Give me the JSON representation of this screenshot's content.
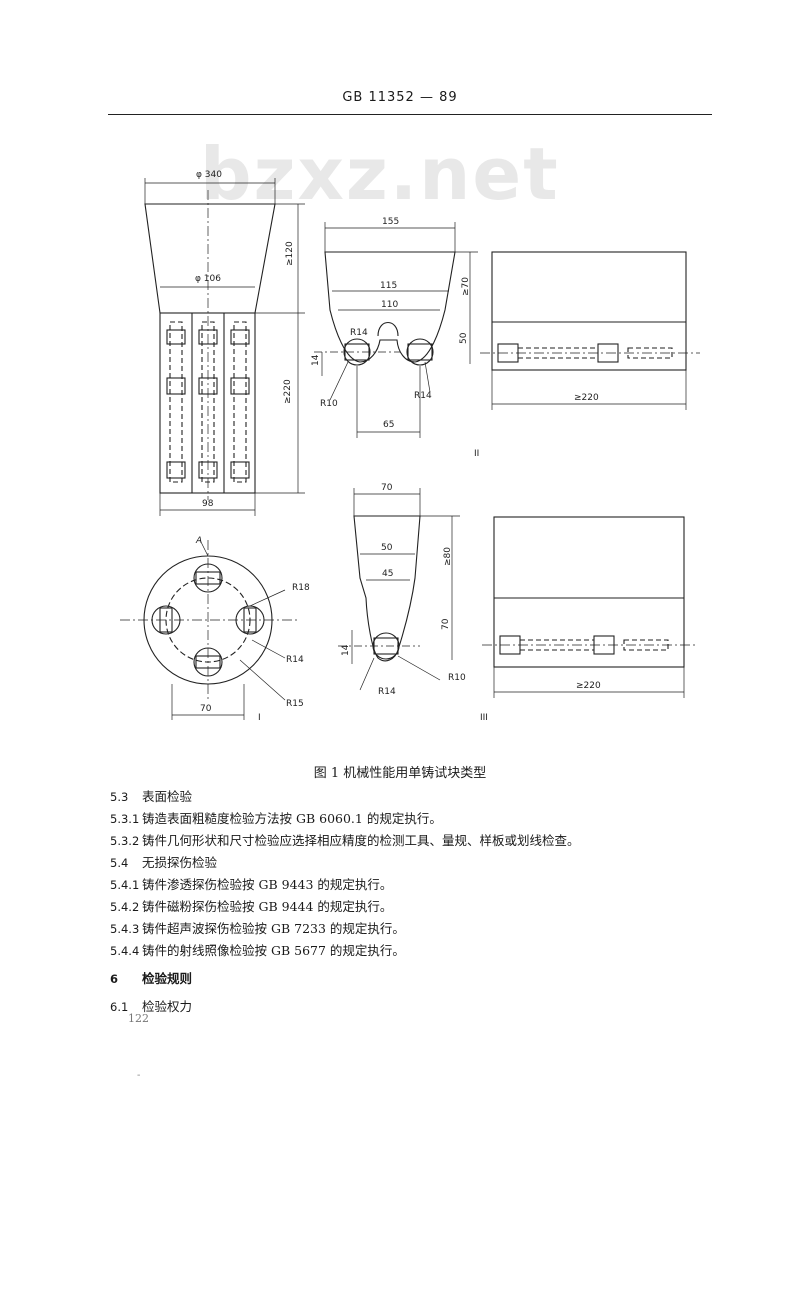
{
  "header": {
    "title": "GB  11352 — 89"
  },
  "watermark": "bzxz.net",
  "figure": {
    "caption": "图 1   机械性能用单铸试块类型",
    "top_left": {
      "phi_top": "φ 340",
      "phi_mid": "φ 106",
      "dim_top": "≥120",
      "dim_right": "≥220",
      "width": "98"
    },
    "bottom_left": {
      "label_a": "A",
      "r18": "R18",
      "r14": "R14",
      "r15": "R15",
      "width": "70",
      "roman": "I"
    },
    "type_two": {
      "w155": "155",
      "w115": "115",
      "w110": "110",
      "r14a": "R14",
      "r10": "R10",
      "r14b": "R14",
      "w65": "65",
      "h70": "≥70",
      "h50": "50",
      "h14": "14",
      "len": "≥220",
      "roman": "II"
    },
    "type_three": {
      "w70": "70",
      "w50": "50",
      "w45": "45",
      "h80": "≥80",
      "h70": "70",
      "h14": "14",
      "r14": "R14",
      "r10": "R10",
      "len": "≥220",
      "roman": "III"
    }
  },
  "body": [
    {
      "num": "5.3",
      "text": "表面检验"
    },
    {
      "num": "5.3.1",
      "text": "铸造表面粗糙度检验方法按 GB 6060.1 的规定执行。"
    },
    {
      "num": "5.3.2",
      "text": "铸件几何形状和尺寸检验应选择相应精度的检测工具、量规、样板或划线检查。"
    },
    {
      "num": "5.4",
      "text": "无损探伤检验"
    },
    {
      "num": "5.4.1",
      "text": "铸件渗透探伤检验按 GB 9443 的规定执行。"
    },
    {
      "num": "5.4.2",
      "text": "铸件磁粉探伤检验按 GB 9444 的规定执行。"
    },
    {
      "num": "5.4.3",
      "text": "铸件超声波探伤检验按 GB 7233 的规定执行。"
    },
    {
      "num": "5.4.4",
      "text": "铸件的射线照像检验按 GB 5677 的规定执行。"
    },
    {
      "num": "6",
      "text": "检验规则"
    },
    {
      "num": "6.1",
      "text": "检验权力"
    }
  ],
  "page_number": "122"
}
